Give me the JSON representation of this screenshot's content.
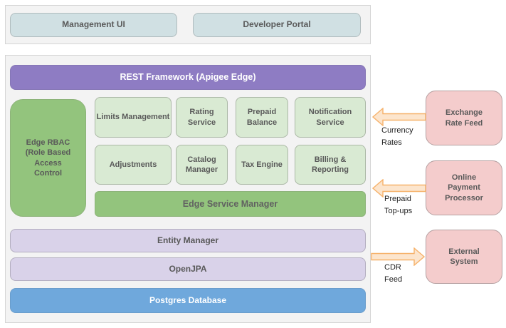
{
  "top_section": {
    "management_ui": "Management UI",
    "developer_portal": "Developer Portal"
  },
  "platform": {
    "rest_framework": "REST Framework (Apigee Edge)",
    "edge_rbac": "Edge RBAC\n(Role Based\nAccess\nControl",
    "services_row1": [
      "Limits Management",
      "Rating Service",
      "Prepaid Balance",
      "Notification Service"
    ],
    "services_row2": [
      "Adjustments",
      "Catalog Manager",
      "Tax Engine",
      "Billing & Reporting"
    ],
    "edge_service_manager": "Edge Service Manager",
    "entity_manager": "Entity Manager",
    "openjpa": "OpenJPA",
    "postgres_database": "Postgres Database"
  },
  "external_systems": {
    "exchange_rate_feed": "Exchange\nRate Feed",
    "online_payment_processor": "Online\nPayment\nProcessor",
    "external_system": "External\nSystem"
  },
  "flows": [
    {
      "label": "Currency\nRates",
      "direction": "left"
    },
    {
      "label": "Prepaid\nTop-ups",
      "direction": "left"
    },
    {
      "label": "CDR\nFeed",
      "direction": "right"
    }
  ],
  "colors": {
    "purple": "#8e7cc3",
    "green": "#93c47d",
    "light_green": "#d9ead3",
    "lavender": "#d9d2e9",
    "blue": "#6fa8dc",
    "pink": "#f4cccc",
    "teal": "#d0e0e3",
    "arrow_fill": "#fce5cd",
    "arrow_stroke": "#f6b26b",
    "container_bg": "#f3f3f3",
    "label_gray": "#595959"
  }
}
